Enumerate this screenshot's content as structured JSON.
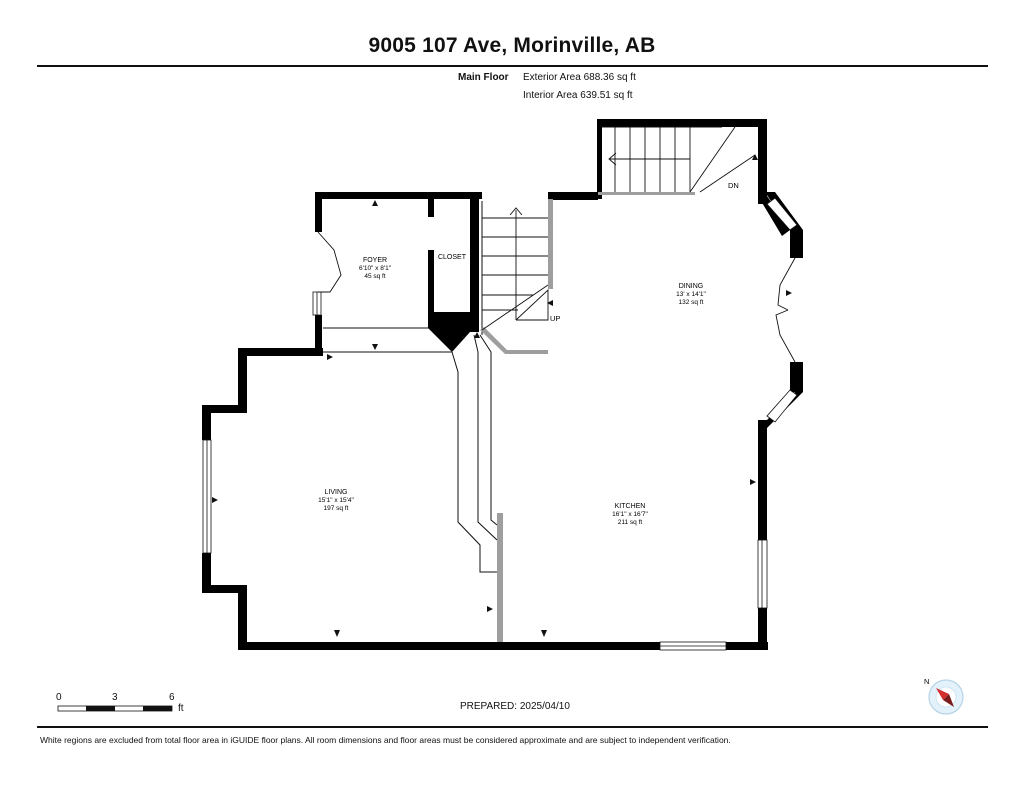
{
  "header": {
    "address": "9005 107 Ave, Morinville, AB"
  },
  "floor": {
    "name": "Main Floor",
    "exterior_area": "Exterior Area 688.36 sq ft",
    "interior_area": "Interior Area 639.51 sq ft"
  },
  "rooms": {
    "foyer": {
      "name": "FOYER",
      "dims": "6'10\" x 8'1\"",
      "area": "45 sq ft"
    },
    "closet": {
      "name": "CLOSET"
    },
    "dining": {
      "name": "DINING",
      "dims": "13' x 14'1\"",
      "area": "132 sq ft"
    },
    "living": {
      "name": "LIVING",
      "dims": "15'1\" x 15'4\"",
      "area": "197 sq ft"
    },
    "kitchen": {
      "name": "KITCHEN",
      "dims": "16'1\" x 16'7\"",
      "area": "211 sq ft"
    }
  },
  "stairs": {
    "down_label": "DN",
    "up_label": "UP"
  },
  "scale": {
    "ticks": [
      "0",
      "3",
      "6"
    ],
    "unit": "ft"
  },
  "compass": {
    "north_label": "N",
    "needle_color": "#d32f2f"
  },
  "footer": {
    "prepared": "PREPARED: 2025/04/10",
    "disclaimer": "White regions are excluded from total floor area in iGUIDE floor plans. All room dimensions and floor areas must be considered approximate and are subject to independent verification."
  },
  "colors": {
    "wall": "#000000",
    "partition": "#9e9e9e"
  }
}
